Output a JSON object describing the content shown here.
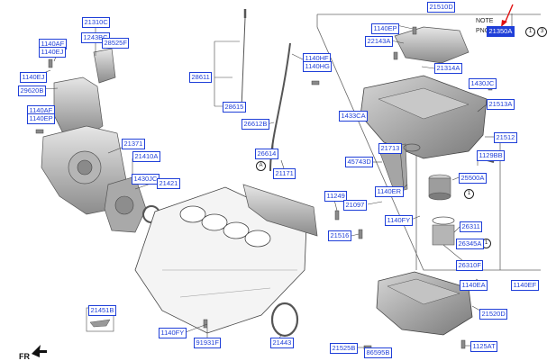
{
  "labels": {
    "l21310C": "21310C",
    "l1140AF": "1140AF",
    "l1140EJ_a": "1140EJ",
    "l1243BC": "1243BC",
    "l28525F": "28525F",
    "l1140EJ_b": "1140EJ",
    "l29620B": "29620B",
    "l1140AF_b": "1140AF",
    "l1140EP_a": "1140EP",
    "l21371": "21371",
    "l21410A": "21410A",
    "l1430JC_a": "1430JC",
    "l21421": "21421",
    "l28611": "28611",
    "l28615": "28615",
    "l26612B": "26612B",
    "l26614": "26614",
    "l1140HF": "1140HF",
    "l1140HG": "1140HG",
    "l21171": "21171",
    "l11249": "11249",
    "l21516": "21516",
    "l1140EP_b": "1140EP",
    "l22143A": "22143A",
    "l21510D": "21510D",
    "l21314A": "21314A",
    "l1430JC_b": "1430JC",
    "l1433CA": "1433CA",
    "l21513A": "21513A",
    "l21713": "21713",
    "l21512": "21512",
    "l45743D": "45743D",
    "l1129BB": "1129BB",
    "l25500A": "25500A",
    "l1140ER": "1140ER",
    "l21097": "21097",
    "l1140FY_a": "1140FY",
    "l26311": "26311",
    "l26345A": "26345A",
    "l26310F": "26310F",
    "l1140EA": "1140EA",
    "l1140EF": "1140EF",
    "l21520D": "21520D",
    "l21451B": "21451B",
    "l1140FY_b": "1140FY",
    "l91931F": "91931F",
    "l21443": "21443",
    "l21525B": "21525B",
    "l86595B": "86595B",
    "l1125AT": "1125AT",
    "l21350A": "21350A"
  },
  "note": {
    "title": "NOTE",
    "pnc": "PNC",
    "c1": "1",
    "c2": "3"
  },
  "callout_a": "A",
  "callout_1": "1",
  "callout_1b": "1",
  "fr": "FR",
  "colors": {
    "label": "#1f3fd8",
    "line": "#444444",
    "part": "#9a9a9a"
  }
}
